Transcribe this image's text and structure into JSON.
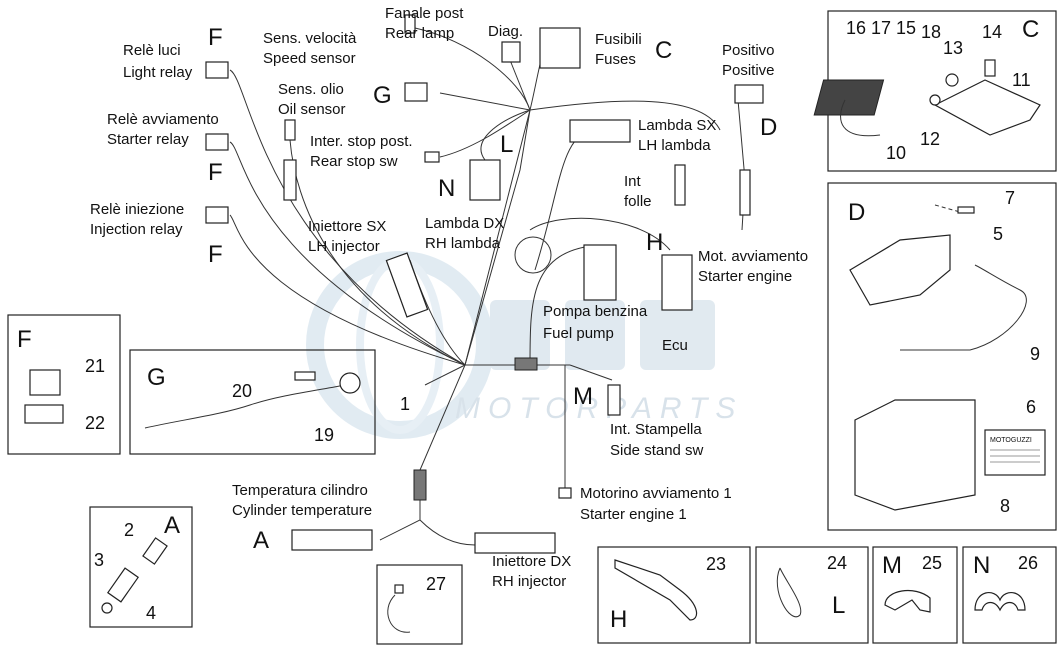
{
  "watermark": {
    "text": "MOTORPARTS"
  },
  "labels": {
    "light_relay_it": "Relè luci",
    "light_relay_en": "Light relay",
    "starter_relay_it": "Relè avviamento",
    "starter_relay_en": "Starter relay",
    "injection_relay_it": "Relè iniezione",
    "injection_relay_en": "Injection relay",
    "speed_sensor_it": "Sens. velocità",
    "speed_sensor_en": "Speed sensor",
    "oil_sensor_it": "Sens. olio",
    "oil_sensor_en": "Oil sensor",
    "rear_lamp_it": "Fanale post",
    "rear_lamp_en": "Rear lamp",
    "diag": "Diag.",
    "fuses_it": "Fusibili",
    "fuses_en": "Fuses",
    "positive_it": "Positivo",
    "positive_en": "Positive",
    "rear_stop_it": "Inter. stop post.",
    "rear_stop_en": "Rear stop sw",
    "lh_lambda_it": "Lambda SX",
    "lh_lambda_en": "LH lambda",
    "rh_lambda_it": "Lambda DX",
    "rh_lambda_en": "RH lambda",
    "int_folle_1": "Int",
    "int_folle_2": "folle",
    "lh_injector_it": "Iniettore SX",
    "lh_injector_en": "LH injector",
    "starter_engine_it": "Mot. avviamento",
    "starter_engine_en": "Starter engine",
    "fuel_pump_it": "Pompa benzina",
    "fuel_pump_en": "Fuel pump",
    "ecu": "Ecu",
    "side_stand_it": "Int. Stampella",
    "side_stand_en": "Side stand sw",
    "starter_engine1_it": "Motorino avviamento 1",
    "starter_engine1_en": "Starter engine 1",
    "cyl_temp_it": "Temperatura cilindro",
    "cyl_temp_en": "Cylinder temperature",
    "rh_injector_it": "Iniettore DX",
    "rh_injector_en": "RH injector"
  },
  "letters": {
    "F": "F",
    "G": "G",
    "C": "C",
    "L": "L",
    "N": "N",
    "D": "D",
    "H": "H",
    "M": "M",
    "A": "A"
  },
  "numbers": {
    "n1": "1",
    "n2": "2",
    "n3": "3",
    "n4": "4",
    "n5": "5",
    "n6": "6",
    "n7": "7",
    "n8": "8",
    "n9": "9",
    "n10": "10",
    "n11": "11",
    "n12": "12",
    "n13": "13",
    "n14": "14",
    "n15": "15",
    "n16": "16",
    "n17": "17",
    "n18": "18",
    "n19": "19",
    "n20": "20",
    "n21": "21",
    "n22": "22",
    "n23": "23",
    "n24": "24",
    "n25": "25",
    "n26": "26",
    "n27": "27"
  },
  "battery_sticker": "MOTOGUZZI",
  "colors": {
    "watermark": "#b9cbd9",
    "ink": "#222222"
  }
}
